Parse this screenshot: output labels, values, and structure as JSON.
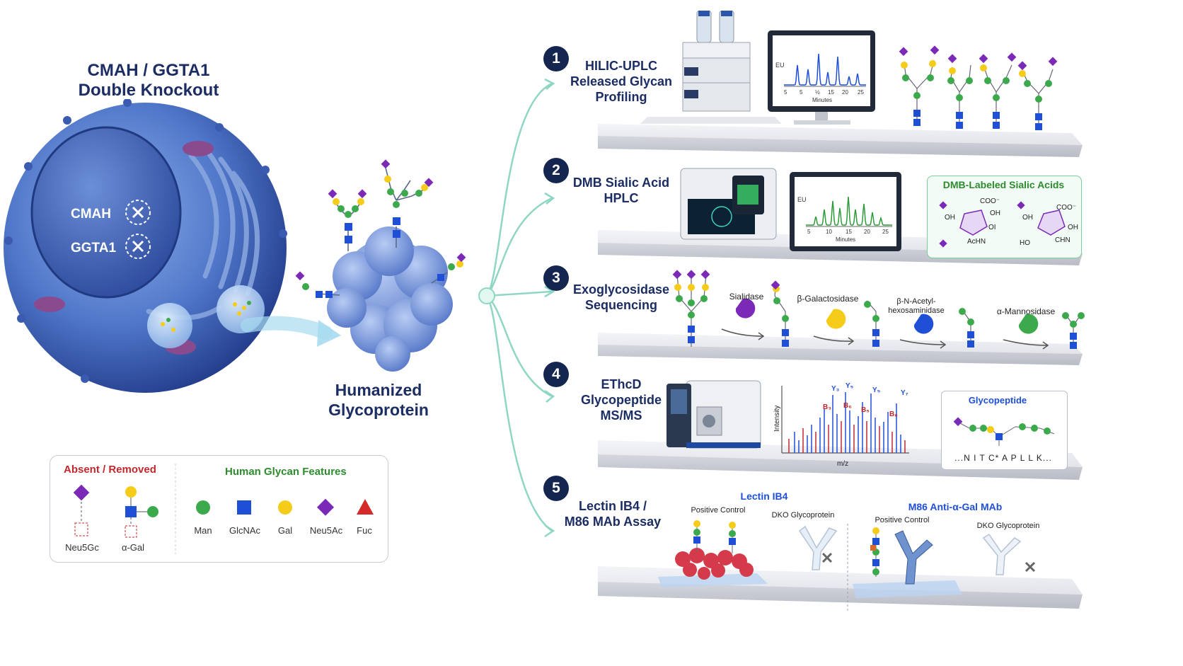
{
  "cell": {
    "title_line1": "CMAH / GGTA1",
    "title_line2": "Double Knockout",
    "gene1": "CMAH",
    "gene2": "GGTA1"
  },
  "protein": {
    "label_line1": "Humanized",
    "label_line2": "Glycoprotein"
  },
  "legend": {
    "absent_title": "Absent / Removed",
    "absent_items": [
      "Neu5Gc",
      "α-Gal"
    ],
    "human_title": "Human Glycan Features",
    "human_items": [
      "Man",
      "GlcNAc",
      "Gal",
      "Neu5Ac",
      "Fuc"
    ]
  },
  "colors": {
    "man": "#3caa4c",
    "glcnac": "#1f4fd6",
    "gal": "#f5cc1a",
    "neu5ac": "#7b2ab8",
    "fuc": "#d42a2a",
    "navy": "#14254f",
    "absent_red": "#c0282d",
    "human_green": "#2e8b2e",
    "flow_teal": "#8fd6c4"
  },
  "steps": [
    {
      "number": "1",
      "line1": "HILIC-UPLC",
      "line2": "Released Glycan",
      "line3": "Profiling"
    },
    {
      "number": "2",
      "line1": "DMB Sialic Acid",
      "line2": "HPLC",
      "line3": ""
    },
    {
      "number": "3",
      "line1": "Exoglycosidase",
      "line2": "Sequencing",
      "line3": ""
    },
    {
      "number": "4",
      "line1": "EThcD",
      "line2": "Glycopeptide",
      "line3": "MS/MS"
    },
    {
      "number": "5",
      "line1": "Lectin IB4 /",
      "line2": "M86 MAb Assay",
      "line3": ""
    }
  ],
  "step1_chart": {
    "ylabel": "EU",
    "xticks": [
      "5",
      "5",
      "½",
      "15",
      "20",
      "25"
    ],
    "xlabel": "Minutes"
  },
  "step2_chart": {
    "ylabel": "EU",
    "xticks": [
      "5",
      "10",
      "15",
      "20",
      "25"
    ],
    "xlabel": "Minutes"
  },
  "step2_box": {
    "title": "DMB-Labeled Sialic Acids",
    "left_labels": [
      "COO⁻",
      "OH",
      "OH",
      "OI",
      "AcHN"
    ],
    "right_labels": [
      "COO⁻",
      "OH",
      "OH",
      "HO",
      "CHN"
    ]
  },
  "step3_enzymes": [
    "Sialidase",
    "β-Galactosidase",
    "β-N-Acetyl-",
    "hexosaminidase",
    "α-Mannosidase"
  ],
  "step4_spectrum": {
    "ylabel": "Intensity",
    "xlabel": "m/z",
    "y_ions": [
      "Y₃",
      "Y₅",
      "Y₅",
      "Y₇"
    ],
    "b_ions": [
      "B₃",
      "B₆",
      "B₅",
      "B₈"
    ]
  },
  "step4_box": {
    "title": "Glycopeptide",
    "sequence": "...N I T C* A P L L K..."
  },
  "step5": {
    "lectin_title": "Lectin IB4",
    "mab_title": "M86 Anti-α-Gal MAb",
    "positive_control": "Positive Control",
    "dko": "DKO Glycoprotein"
  }
}
